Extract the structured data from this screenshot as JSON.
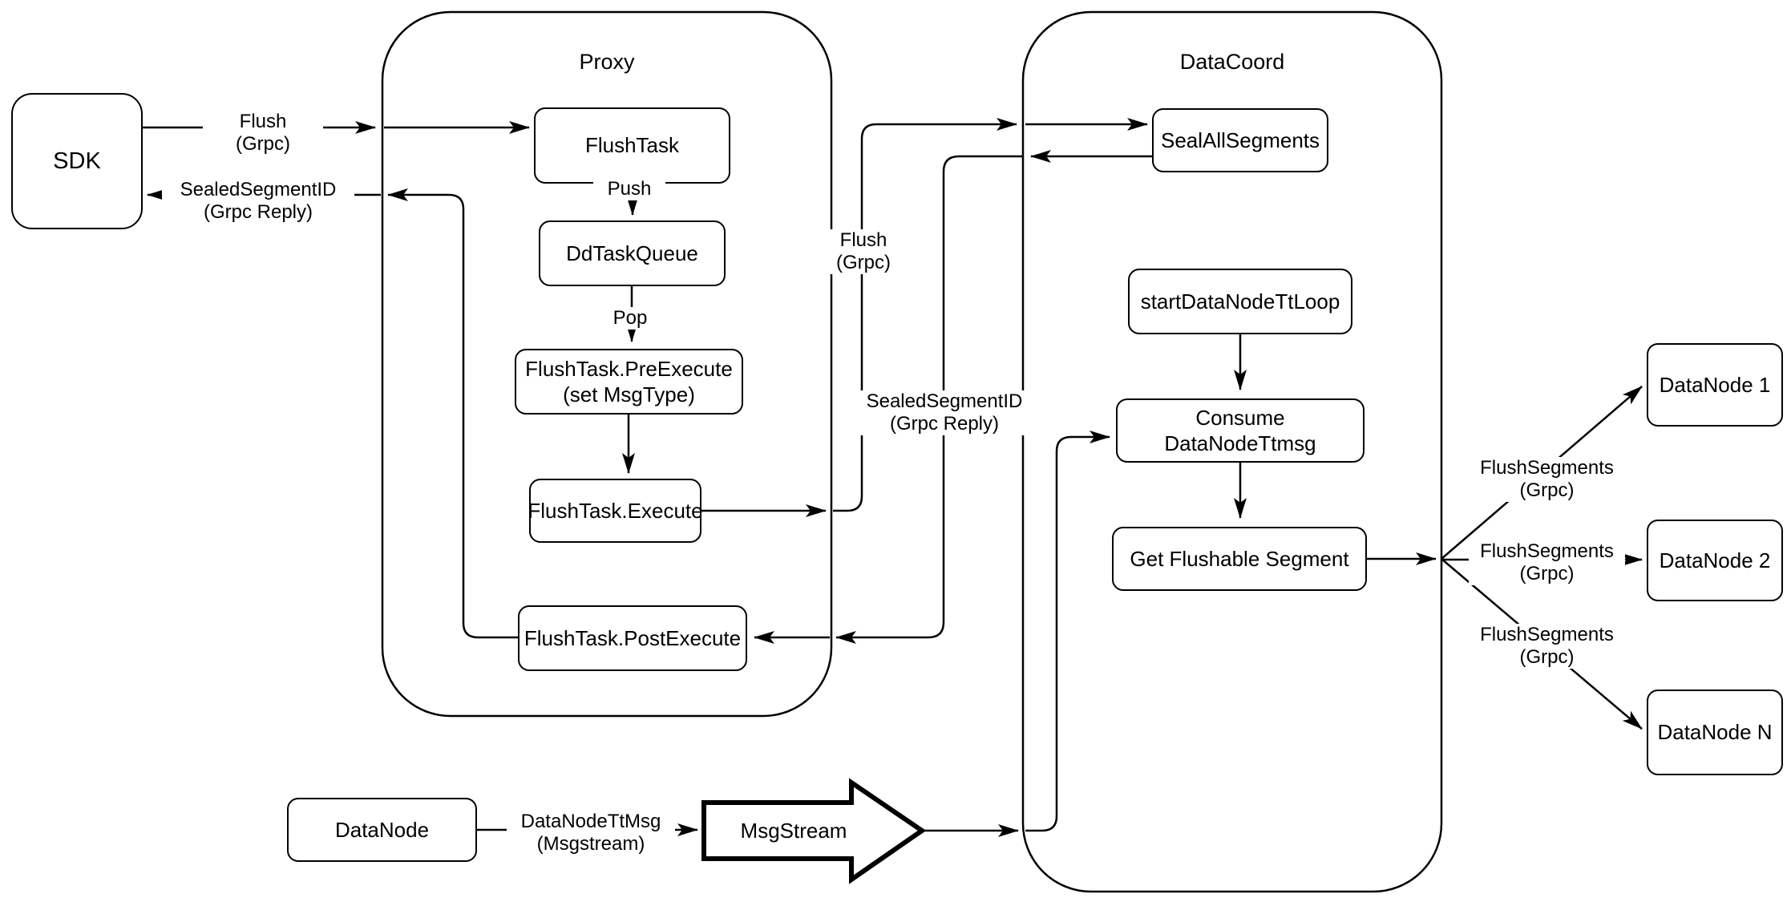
{
  "containers": {
    "proxy": "Proxy",
    "datacoord": "DataCoord"
  },
  "nodes": {
    "sdk": "SDK",
    "flush_task": "FlushTask",
    "dd_task_queue": "DdTaskQueue",
    "pre_execute": [
      "FlushTask.PreExecute",
      "(set MsgType)"
    ],
    "execute": "FlushTask.Execute",
    "post_execute": "FlushTask.PostExecute",
    "seal_all_segments": "SealAllSegments",
    "start_datanode_tt_loop": "startDataNodeTtLoop",
    "consume_datanode_ttmsg": "Consume DataNodeTtmsg",
    "get_flushable_segment": "Get Flushable Segment",
    "datanode_1": "DataNode 1",
    "datanode_2": "DataNode 2",
    "datanode_n": "DataNode N",
    "datanode_bottom": "DataNode",
    "msgstream": "MsgStream"
  },
  "labels": {
    "flush_left": [
      "Flush",
      "(Grpc)"
    ],
    "reply_left": [
      "SealedSegmentID",
      "(Grpc Reply)"
    ],
    "push": "Push",
    "pop": "Pop",
    "flush_mid": [
      "Flush",
      "(Grpc)"
    ],
    "reply_mid": [
      "SealedSegmentID",
      "(Grpc Reply)"
    ],
    "flush_segments_top": [
      "FlushSegments",
      "(Grpc)"
    ],
    "flush_segments_mid": [
      "FlushSegments",
      "(Grpc)"
    ],
    "flush_segments_bottom": [
      "FlushSegments",
      "(Grpc)"
    ],
    "datanode_ttmsg": [
      "DataNodeTtMsg",
      "(Msgstream)"
    ]
  },
  "colors": {
    "stroke": "#000000",
    "background": "#ffffff"
  }
}
